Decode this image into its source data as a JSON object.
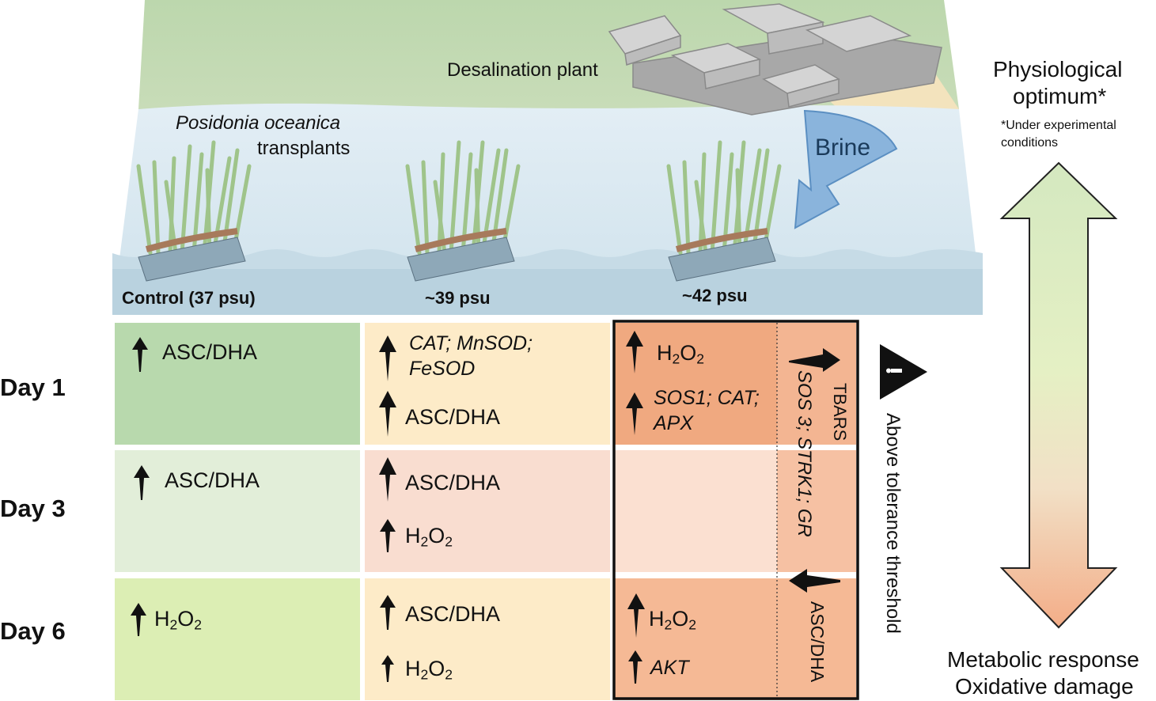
{
  "scene": {
    "plant_label": "Desalination plant",
    "species_label": "Posidonia oceanica",
    "transplants_label": "transplants",
    "brine_label": "Brine",
    "salinities": [
      "Control (37 psu)",
      "~39 psu",
      "~42 psu"
    ]
  },
  "colors": {
    "land": "#c4d9b2",
    "water": "#d8e8f0",
    "brine": "#8ab4dc",
    "green_dark": "#b8d9ad",
    "green_light": "#e2eed9",
    "green_lime": "#dceeb4",
    "yellow": "#fdebc8",
    "peach": "#f9ddd0",
    "orange": "#f0a980",
    "orange_light": "#fbe0d1",
    "orange_mid": "#f5b995"
  },
  "rows": [
    "Day 1",
    "Day 3",
    "Day 6"
  ],
  "cells": {
    "d1_control": "ASC/DHA",
    "d1_39_a": "CAT; MnSOD;",
    "d1_39_b": "FeSOD",
    "d1_39_c": "ASC/DHA",
    "d1_42_a_base": "H",
    "d1_42_a_sub": "2",
    "d1_42_a_base2": "O",
    "d1_42_a_sub2": "2",
    "d1_42_b": "SOS1; CAT;",
    "d1_42_c": "APX",
    "d3_control": "ASC/DHA",
    "d3_39_a": "ASC/DHA",
    "d3_39_b_base": "H",
    "d3_39_b_sub": "2",
    "d3_39_b_base2": "O",
    "d3_39_b_sub2": "2",
    "d6_control_base": "H",
    "d6_control_sub": "2",
    "d6_control_base2": "O",
    "d6_control_sub2": "2",
    "d6_39_a": "ASC/DHA",
    "d6_39_b_base": "H",
    "d6_39_b_sub": "2",
    "d6_39_b_base2": "O",
    "d6_39_b_sub2": "2",
    "d6_42_a_base": "H",
    "d6_42_a_sub": "2",
    "d6_42_a_base2": "O",
    "d6_42_a_sub2": "2",
    "d6_42_b": "AKT"
  },
  "vertical": {
    "tbars": "TBARS",
    "genes": "SOS 3; STRK1; GR",
    "ascdha": "ASC/DHA",
    "threshold": "Above tolerance threshold"
  },
  "gradient": {
    "top_title_1": "Physiological",
    "top_title_2": "optimum*",
    "note_1": "*Under experimental",
    "note_2": "conditions",
    "bottom_1": "Metabolic response",
    "bottom_2": "Oxidative damage",
    "color_top": "#d2e7c0",
    "color_mid": "#e6f0c2",
    "color_bottom": "#f2b08c"
  }
}
